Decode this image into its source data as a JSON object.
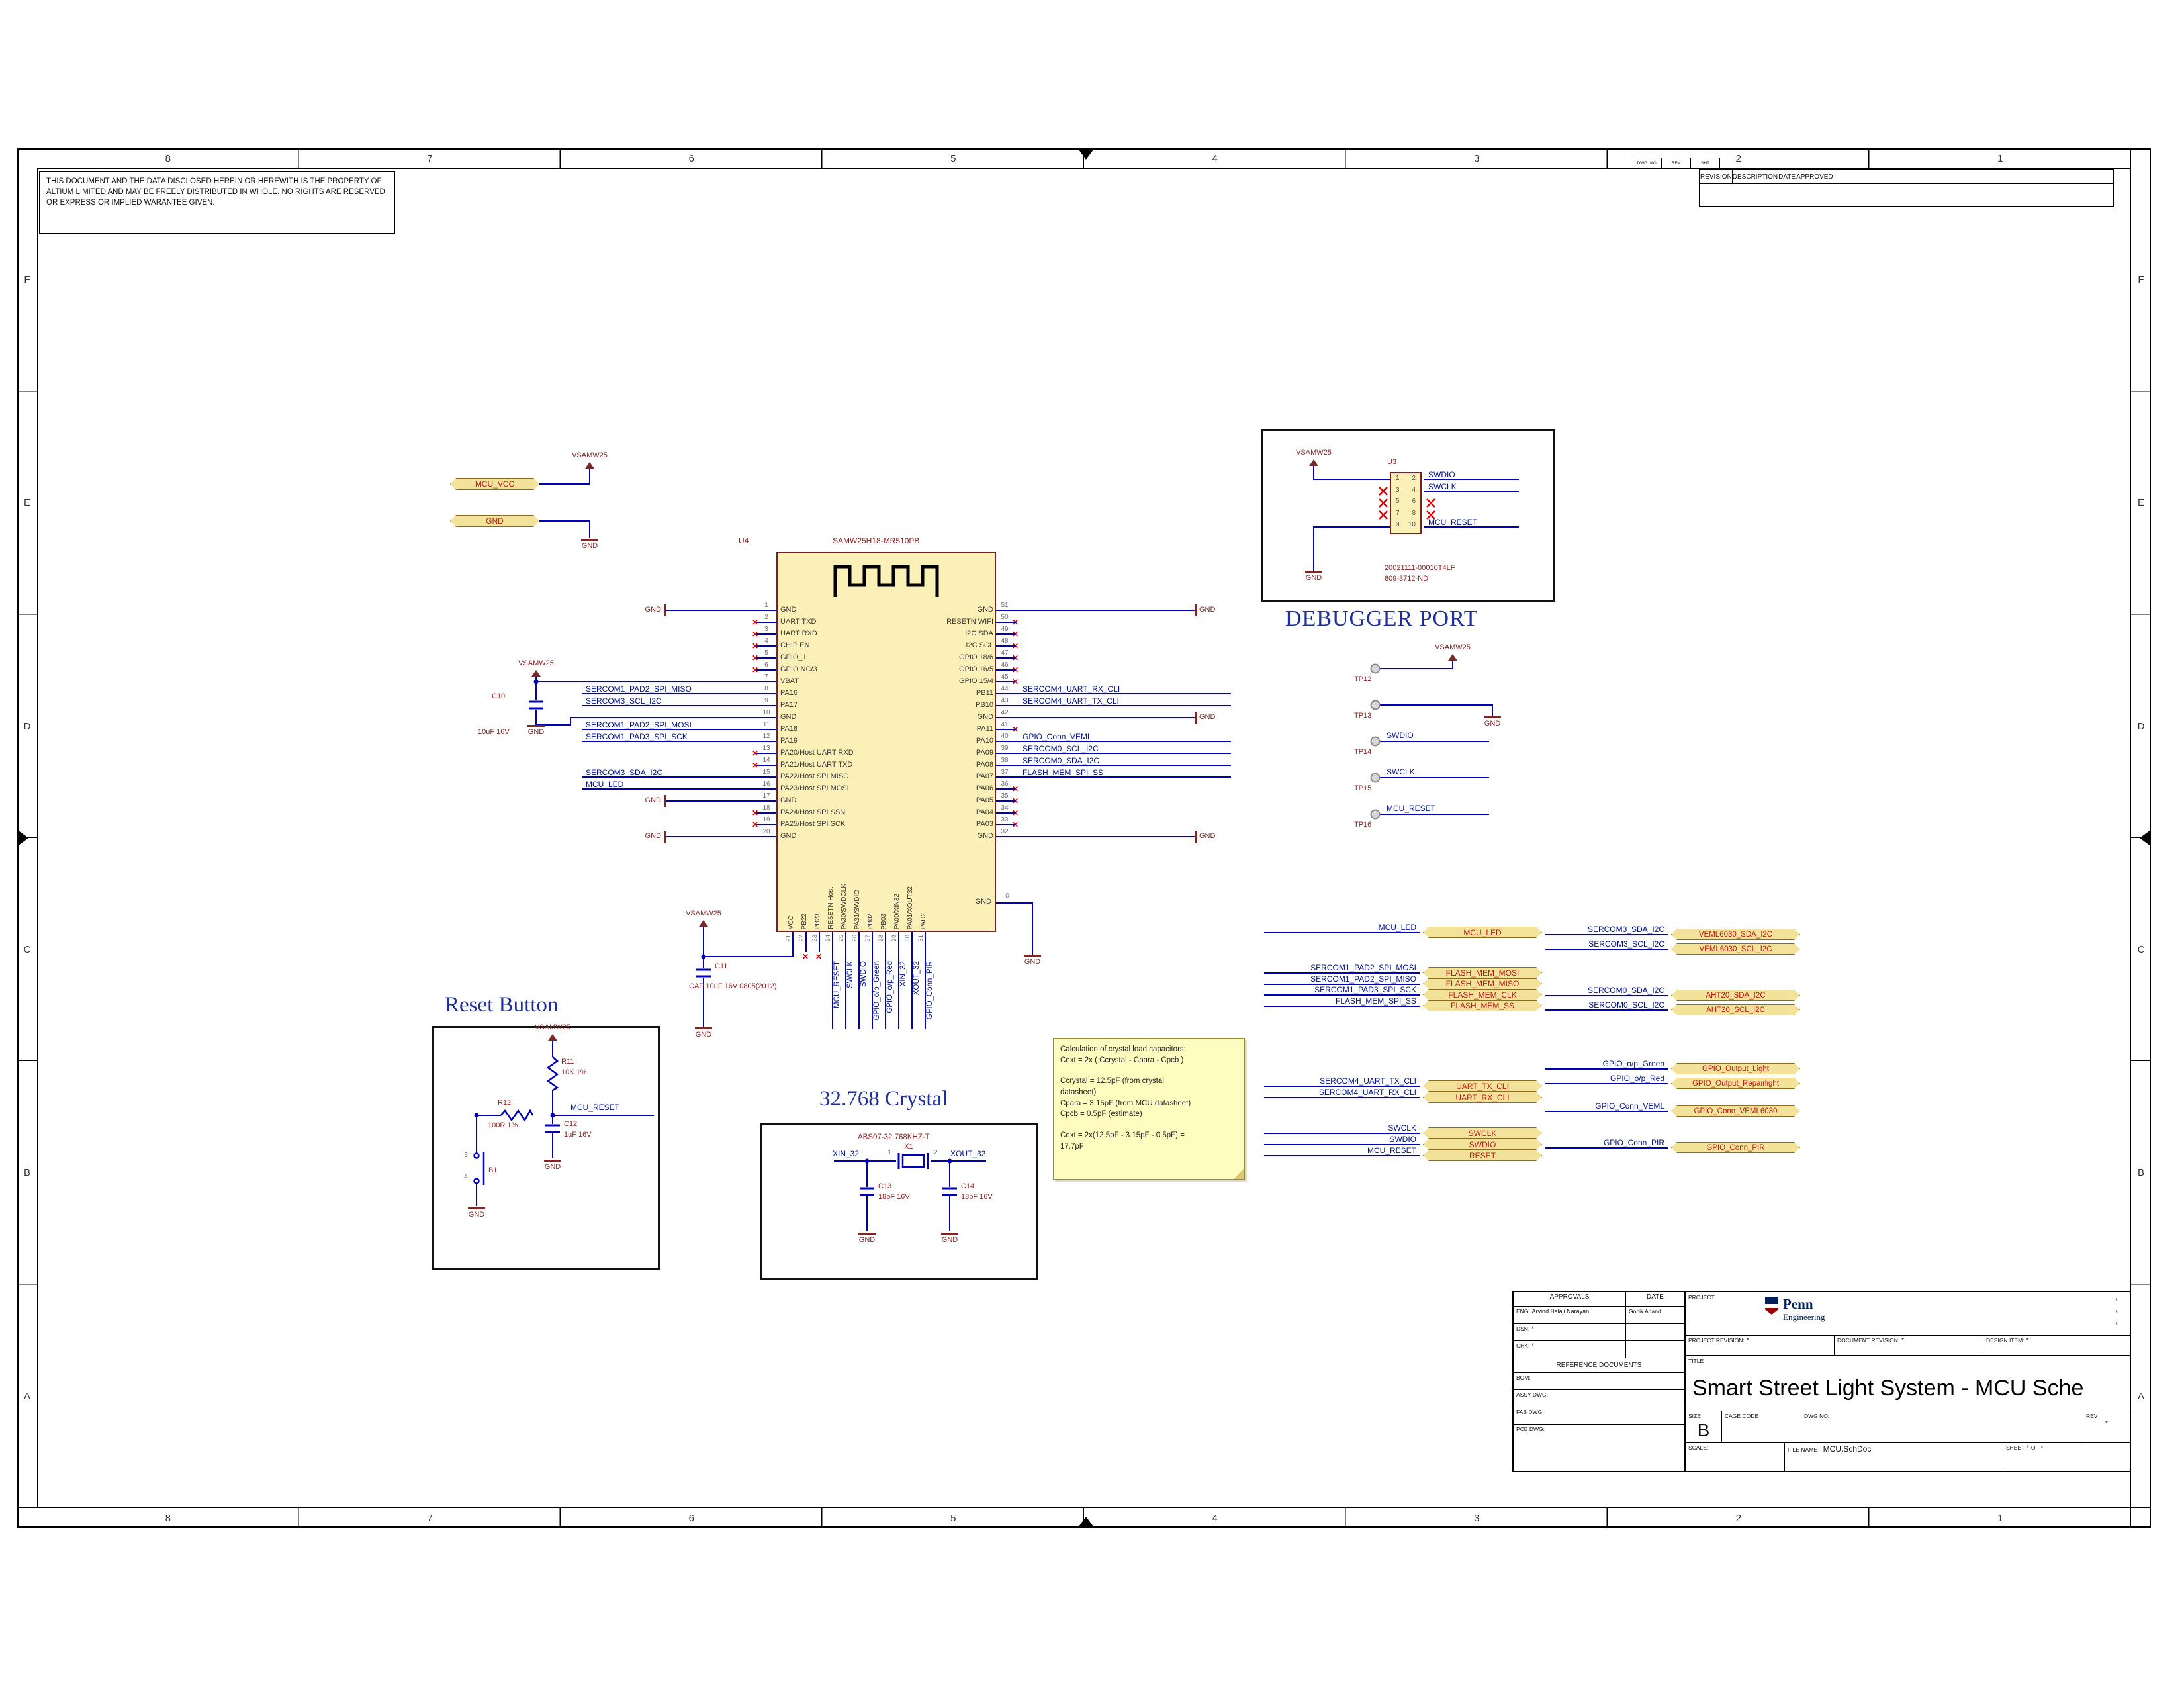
{
  "sheet": {
    "disclaimer": "THIS DOCUMENT AND THE DATA DISCLOSED HEREIN OR HEREWITH IS THE PROPERTY OF ALTIUM LIMITED AND MAY BE FREELY DISTRIBUTED IN WHOLE. NO RIGHTS ARE RESERVED OR EXPRESS OR IMPLIED WARANTEE GIVEN.",
    "zones_top": [
      "8",
      "7",
      "6",
      "5",
      "4",
      "3",
      "2",
      "1"
    ],
    "zones_bottom": [
      "8",
      "7",
      "6",
      "5",
      "4",
      "3",
      "2",
      "1"
    ],
    "zones_left": [
      "F",
      "E",
      "D",
      "C",
      "B",
      "A"
    ],
    "zones_right": [
      "F",
      "E",
      "D",
      "C",
      "B",
      "A"
    ],
    "corner_cells": [
      "DWG. NO.",
      "REV",
      "SHT"
    ],
    "revision_headers": [
      "REVISION",
      "DESCRIPTION",
      "DATE",
      "APPROVED"
    ]
  },
  "labels": {
    "gnd": "GND",
    "vcc": "VSAMW25"
  },
  "left_rail": {
    "vcc_port": "MCU_VCC",
    "gnd_port": "GND"
  },
  "caps": {
    "c10_ref": "C10",
    "c10_val": "10uF 16V",
    "c11_ref": "C11",
    "c11_val": "CAP 10uF 16V 0805(2012)"
  },
  "mcu": {
    "ref": "U4",
    "part": "SAMW25H18-MR510PB",
    "left_pins": [
      {
        "num": "1",
        "name": "GND"
      },
      {
        "num": "2",
        "name": "UART TXD",
        "nc": true
      },
      {
        "num": "3",
        "name": "UART RXD",
        "nc": true
      },
      {
        "num": "4",
        "name": "CHIP EN",
        "nc": true
      },
      {
        "num": "5",
        "name": "GPIO_1",
        "nc": true
      },
      {
        "num": "6",
        "name": "GPIO NC/3",
        "nc": true
      },
      {
        "num": "7",
        "name": "VBAT"
      },
      {
        "num": "8",
        "name": "PA16",
        "net": "SERCOM1_PAD2_SPI_MISO"
      },
      {
        "num": "9",
        "name": "PA17",
        "net": "SERCOM3_SCL_I2C"
      },
      {
        "num": "10",
        "name": "GND"
      },
      {
        "num": "11",
        "name": "PA18",
        "net": "SERCOM1_PAD2_SPI_MOSI"
      },
      {
        "num": "12",
        "name": "PA19",
        "net": "SERCOM1_PAD3_SPI_SCK"
      },
      {
        "num": "13",
        "name": "PA20/Host UART RXD",
        "nc": true
      },
      {
        "num": "14",
        "name": "PA21/Host UART TXD",
        "nc": true
      },
      {
        "num": "15",
        "name": "PA22/Host SPI MISO",
        "net": "SERCOM3_SDA_I2C"
      },
      {
        "num": "16",
        "name": "PA23/Host SPI MOSI",
        "net": "MCU_LED"
      },
      {
        "num": "17",
        "name": "GND"
      },
      {
        "num": "18",
        "name": "PA24/Host SPI SSN",
        "nc": true
      },
      {
        "num": "19",
        "name": "PA25/Host SPI SCK",
        "nc": true
      },
      {
        "num": "20",
        "name": "GND"
      }
    ],
    "right_pins": [
      {
        "num": "51",
        "name": "GND"
      },
      {
        "num": "50",
        "name": "RESETN WIFI",
        "nc": true
      },
      {
        "num": "49",
        "name": "I2C SDA",
        "nc": true
      },
      {
        "num": "48",
        "name": "I2C SCL",
        "nc": true
      },
      {
        "num": "47",
        "name": "GPIO 18/6",
        "nc": true
      },
      {
        "num": "46",
        "name": "GPIO 16/5",
        "nc": true
      },
      {
        "num": "45",
        "name": "GPIO 15/4",
        "nc": true
      },
      {
        "num": "44",
        "name": "PB11",
        "net": "SERCOM4_UART_RX_CLI"
      },
      {
        "num": "43",
        "name": "PB10",
        "net": "SERCOM4_UART_TX_CLI"
      },
      {
        "num": "42",
        "name": "GND"
      },
      {
        "num": "41",
        "name": "PA11",
        "nc": true
      },
      {
        "num": "40",
        "name": "PA10",
        "net": "GPIO_Conn_VEML"
      },
      {
        "num": "39",
        "name": "PA09",
        "net": "SERCOM0_SCL_I2C"
      },
      {
        "num": "38",
        "name": "PA08",
        "net": "SERCOM0_SDA_I2C"
      },
      {
        "num": "37",
        "name": "PA07",
        "net": "FLASH_MEM_SPI_SS"
      },
      {
        "num": "36",
        "name": "PA06",
        "nc": true
      },
      {
        "num": "35",
        "name": "PA05",
        "nc": true
      },
      {
        "num": "34",
        "name": "PA04",
        "nc": true
      },
      {
        "num": "33",
        "name": "PA03",
        "nc": true
      },
      {
        "num": "32",
        "name": "GND"
      }
    ],
    "bottom_pins": [
      {
        "num": "21",
        "name": "VCC"
      },
      {
        "num": "22",
        "name": "PB22",
        "nc": true
      },
      {
        "num": "23",
        "name": "PB23",
        "nc": true
      },
      {
        "num": "24",
        "name": "RESETN Host",
        "net": "MCU_RESET"
      },
      {
        "num": "25",
        "name": "PA30/SWDCLK",
        "net": "SWCLK"
      },
      {
        "num": "26",
        "name": "PA31/SWDIO",
        "net": "SWDIO"
      },
      {
        "num": "27",
        "name": "PB02",
        "net": "GPIO_o/p_Green"
      },
      {
        "num": "28",
        "name": "PB03",
        "net": "GPIO_o/p_Red"
      },
      {
        "num": "29",
        "name": "PA00/XIN32",
        "net": "XIN_32"
      },
      {
        "num": "30",
        "name": "PA01/XOUT32",
        "net": "XOUT_32"
      },
      {
        "num": "31",
        "name": "PAD2",
        "net": "GPIO_Conn_PIR"
      }
    ],
    "pad_pin": {
      "num": "0",
      "name": "GND"
    }
  },
  "debugger": {
    "title": "DEBUGGER PORT",
    "ref": "U3",
    "rows": [
      {
        "l": "1",
        "r": "2"
      },
      {
        "l": "3",
        "r": "4"
      },
      {
        "l": "5",
        "r": "6"
      },
      {
        "l": "7",
        "r": "8"
      },
      {
        "l": "9",
        "r": "10"
      }
    ],
    "net_swdio": "SWDIO",
    "net_swclk": "SWCLK",
    "net_reset": "MCU_RESET",
    "mpn1": "20021111-00010T4LF",
    "mpn2": "609-3712-ND"
  },
  "testpoints": {
    "tp12": "TP12",
    "tp13": "TP13",
    "tp14": "TP14",
    "tp15": "TP15",
    "tp16": "TP16",
    "net_swdio": "SWDIO",
    "net_swclk": "SWCLK",
    "net_reset": "MCU_RESET"
  },
  "ports_mid": {
    "led": [
      {
        "net": "MCU_LED",
        "port": "MCU_LED"
      }
    ],
    "flash": [
      {
        "net": "SERCOM1_PAD2_SPI_MOSI",
        "port": "FLASH_MEM_MOSI"
      },
      {
        "net": "SERCOM1_PAD2_SPI_MISO",
        "port": "FLASH_MEM_MISO"
      },
      {
        "net": "SERCOM1_PAD3_SPI_SCK",
        "port": "FLASH_MEM_CLK"
      },
      {
        "net": "FLASH_MEM_SPI_SS",
        "port": "FLASH_MEM_SS"
      }
    ],
    "uart": [
      {
        "net": "SERCOM4_UART_TX_CLI",
        "port": "UART_TX_CLI"
      },
      {
        "net": "SERCOM4_UART_RX_CLI",
        "port": "UART_RX_CLI"
      }
    ],
    "swd": [
      {
        "net": "SWCLK",
        "port": "SWCLK"
      },
      {
        "net": "SWDIO",
        "port": "SWDIO"
      },
      {
        "net": "MCU_RESET",
        "port": "RESET"
      }
    ]
  },
  "ports_right": {
    "veml_i2c": [
      {
        "net": "SERCOM3_SDA_I2C",
        "port": "VEML6030_SDA_I2C"
      },
      {
        "net": "SERCOM3_SCL_I2C",
        "port": "VEML6030_SCL_I2C"
      }
    ],
    "aht_i2c": [
      {
        "net": "SERCOM0_SDA_I2C",
        "port": "AHT20_SDA_I2C"
      },
      {
        "net": "SERCOM0_SCL_I2C",
        "port": "AHT20_SCL_I2C"
      }
    ],
    "gpio": [
      {
        "net": "GPIO_o/p_Green",
        "port": "GPIO_Output_Light"
      },
      {
        "net": "GPIO_o/p_Red",
        "port": "GPIO_Output_Repairlight"
      }
    ],
    "conn_veml": [
      {
        "net": "GPIO_Conn_VEML",
        "port": "GPIO_Conn_VEML6030"
      }
    ],
    "conn_pir": [
      {
        "net": "GPIO_Conn_PIR",
        "port": "GPIO_Conn_PIR"
      }
    ]
  },
  "reset_section": {
    "title": "Reset Button",
    "r11_ref": "R11",
    "r11_val": "10K 1%",
    "r12_ref": "R12",
    "r12_val": "100R 1%",
    "c12_ref": "C12",
    "c12_val": "1uF 16V",
    "btn_ref": "B1",
    "btn_pin3": "3",
    "btn_pin4": "4",
    "net_reset": "MCU_RESET"
  },
  "crystal_section": {
    "title": "32.768 Crystal",
    "mpn": "ABS07-32.768KHZ-T",
    "x1_ref": "X1",
    "pin1": "1",
    "pin2": "2",
    "net_xin": "XIN_32",
    "net_xout": "XOUT_32",
    "c13_ref": "C13",
    "c13_val": "18pF 16V",
    "c14_ref": "C14",
    "c14_val": "18pF 16V"
  },
  "note": {
    "lines": [
      "Calculation of crystal load capacitors:",
      "Cext = 2x ( Ccrystal - Cpara - Cpcb )",
      "",
      "Ccrystal = 12.5pF (from crystal",
      "datasheet)",
      "Cpara = 3.15pF (from MCU datasheet)",
      "Cpcb = 0.5pF (estimate)",
      "",
      "Cext = 2x(12.5pF - 3.15pF - 0.5pF) =",
      "17.7pF"
    ]
  },
  "title_block": {
    "approvals": "APPROVALS",
    "date": "DATE",
    "eng_label": "ENG:",
    "eng_name": "Arvind Balaji Narayan",
    "eng_date": "Gopik Anand",
    "dsn_label": "DSN:",
    "chk_label": "CHK:",
    "ref_docs": "REFERENCE DOCUMENTS",
    "bom": "BOM:",
    "assy": "ASSY DWG:",
    "fab": "FAB DWG:",
    "pcb": "PCB DWG:",
    "project": "PROJECT",
    "project_revision": "PROJECT REVISION:",
    "document_revision": "DOCUMENT REVISION:",
    "design_item": "DESIGN ITEM:",
    "title_label": "TITLE",
    "title": "Smart Street Light System - MCU Sche",
    "size_label": "SIZE",
    "size": "B",
    "cage_code": "CAGE CODE",
    "dwg_no": "DWG NO.",
    "rev": "REV",
    "scale_label": "SCALE:",
    "file_label": "FILE NAME",
    "file_name": "MCU.SchDoc",
    "sheet_label": "SHEET",
    "of_label": "OF",
    "star": "*",
    "logo_line1": "Penn",
    "logo_line2": "Engineering"
  }
}
